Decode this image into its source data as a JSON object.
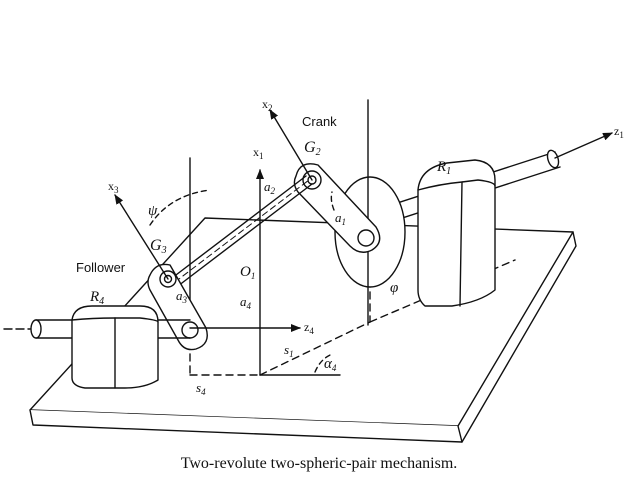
{
  "caption": "Two-revolute two-spheric-pair mechanism.",
  "labels": {
    "crank": "Crank",
    "follower": "Follower",
    "g2": "G",
    "g2_sub": "2",
    "g3": "G",
    "g3_sub": "3",
    "r1": "R",
    "r1_sub": "1",
    "r4": "R",
    "r4_sub": "4",
    "x1": "x",
    "x1_sub": "1",
    "x2": "x",
    "x2_sub": "2",
    "x3": "x",
    "x3_sub": "3",
    "z1": "z",
    "z1_sub": "1",
    "z4": "z",
    "z4_sub": "4",
    "a1": "a",
    "a1_sub": "1",
    "a2": "a",
    "a2_sub": "2",
    "a3": "a",
    "a3_sub": "3",
    "a4": "a",
    "a4_sub": "4",
    "s1": "s",
    "s1_sub": "1",
    "s4": "s",
    "s4_sub": "4",
    "o1": "O",
    "o1_sub": "1",
    "alpha4": "α",
    "alpha4_sub": "4",
    "phi": "φ",
    "psi": "ψ"
  },
  "colors": {
    "ink": "#111111",
    "paper": "#ffffff"
  }
}
